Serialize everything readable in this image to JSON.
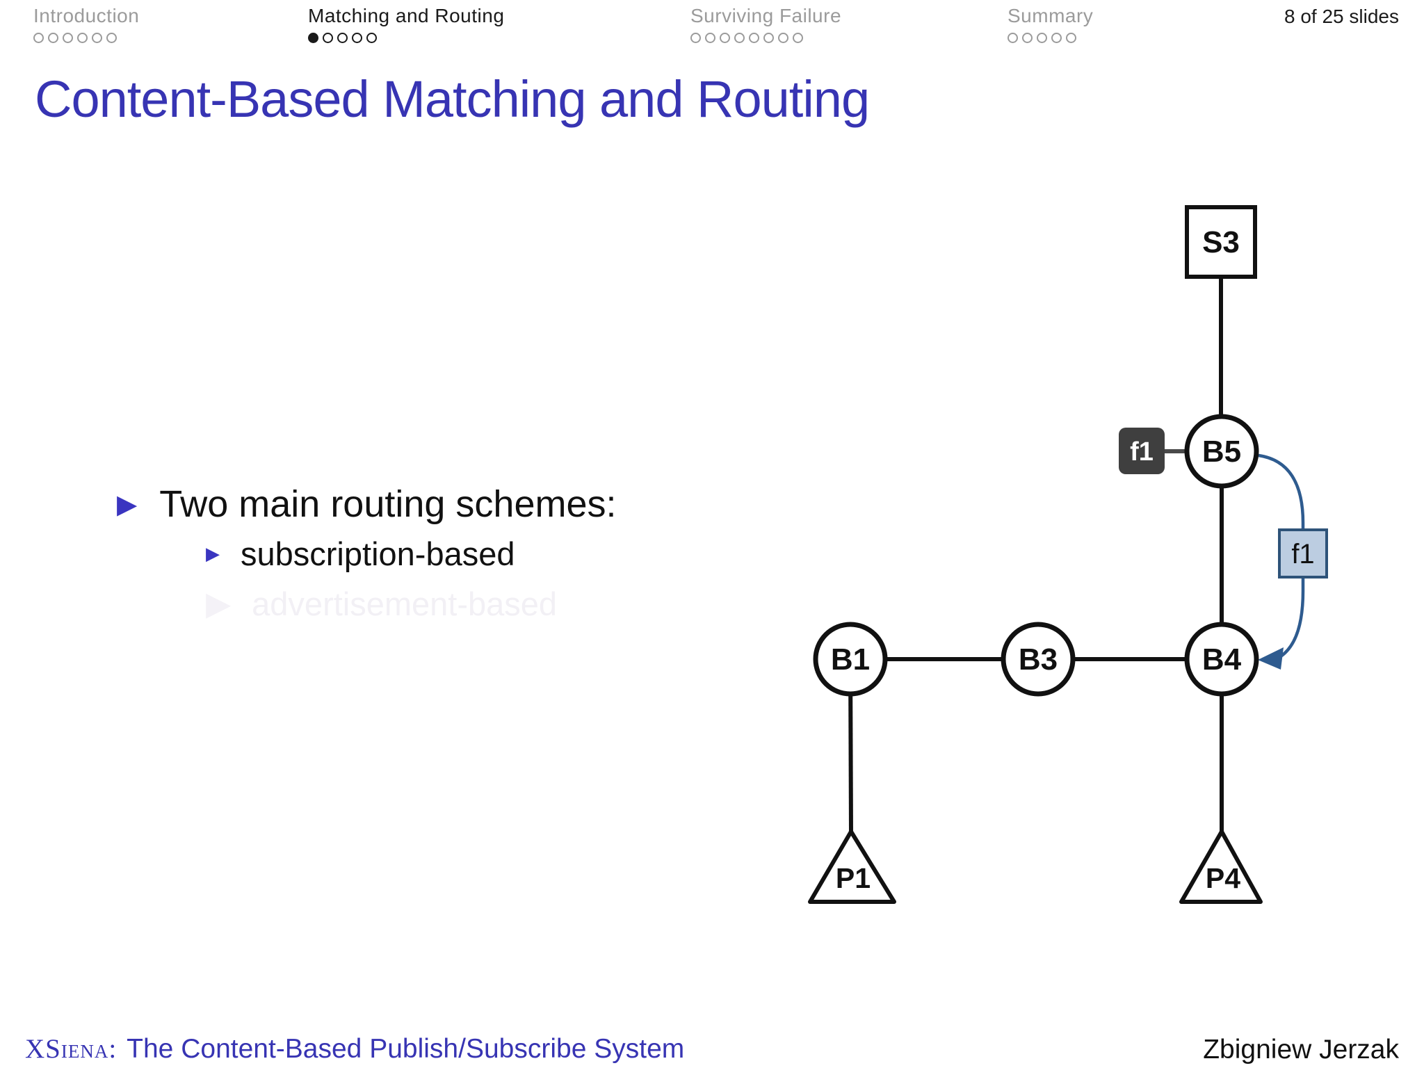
{
  "header": {
    "sections": [
      {
        "label": "Introduction",
        "dots_total": 6,
        "dots_filled": 0,
        "active": false
      },
      {
        "label": "Matching and Routing",
        "dots_total": 5,
        "dots_filled": 1,
        "active": true
      },
      {
        "label": "Surviving Failure",
        "dots_total": 8,
        "dots_filled": 0,
        "active": false
      },
      {
        "label": "Summary",
        "dots_total": 5,
        "dots_filled": 0,
        "active": false
      }
    ],
    "slide_counter": "8 of 25 slides"
  },
  "title": "Content-Based Matching and Routing",
  "bullets": {
    "main": "Two main routing schemes:",
    "sub_visible": "subscription-based",
    "sub_faded": "advertisement-based"
  },
  "diagram": {
    "nodes": {
      "s3": "S3",
      "b5": "B5",
      "b4": "B4",
      "b3": "B3",
      "b1": "B1",
      "p1": "P1",
      "p4": "P4"
    },
    "filter_attached": "f1",
    "filter_message": "f1",
    "edges": [
      "S3-B5",
      "B5-B4",
      "B1-B3",
      "B3-B4",
      "B1-P1",
      "B4-P4"
    ],
    "flow_arrow": "B5-to-B4-forwarding-f1"
  },
  "footer": {
    "brand": "XSiena:",
    "left_title": "The Content-Based Publish/Subscribe System",
    "right": "Zbigniew Jerzak"
  },
  "colors": {
    "accent_blue": "#3734b3",
    "bullet_blue": "#3a35c0",
    "nav_gray": "#9b9b9b",
    "filter_dark_fill": "#3f3f3f",
    "filter_light_fill": "#bccde1",
    "filter_light_border": "#2e5379",
    "flow_blue": "#2e5b8f",
    "node_stroke": "#111111"
  }
}
